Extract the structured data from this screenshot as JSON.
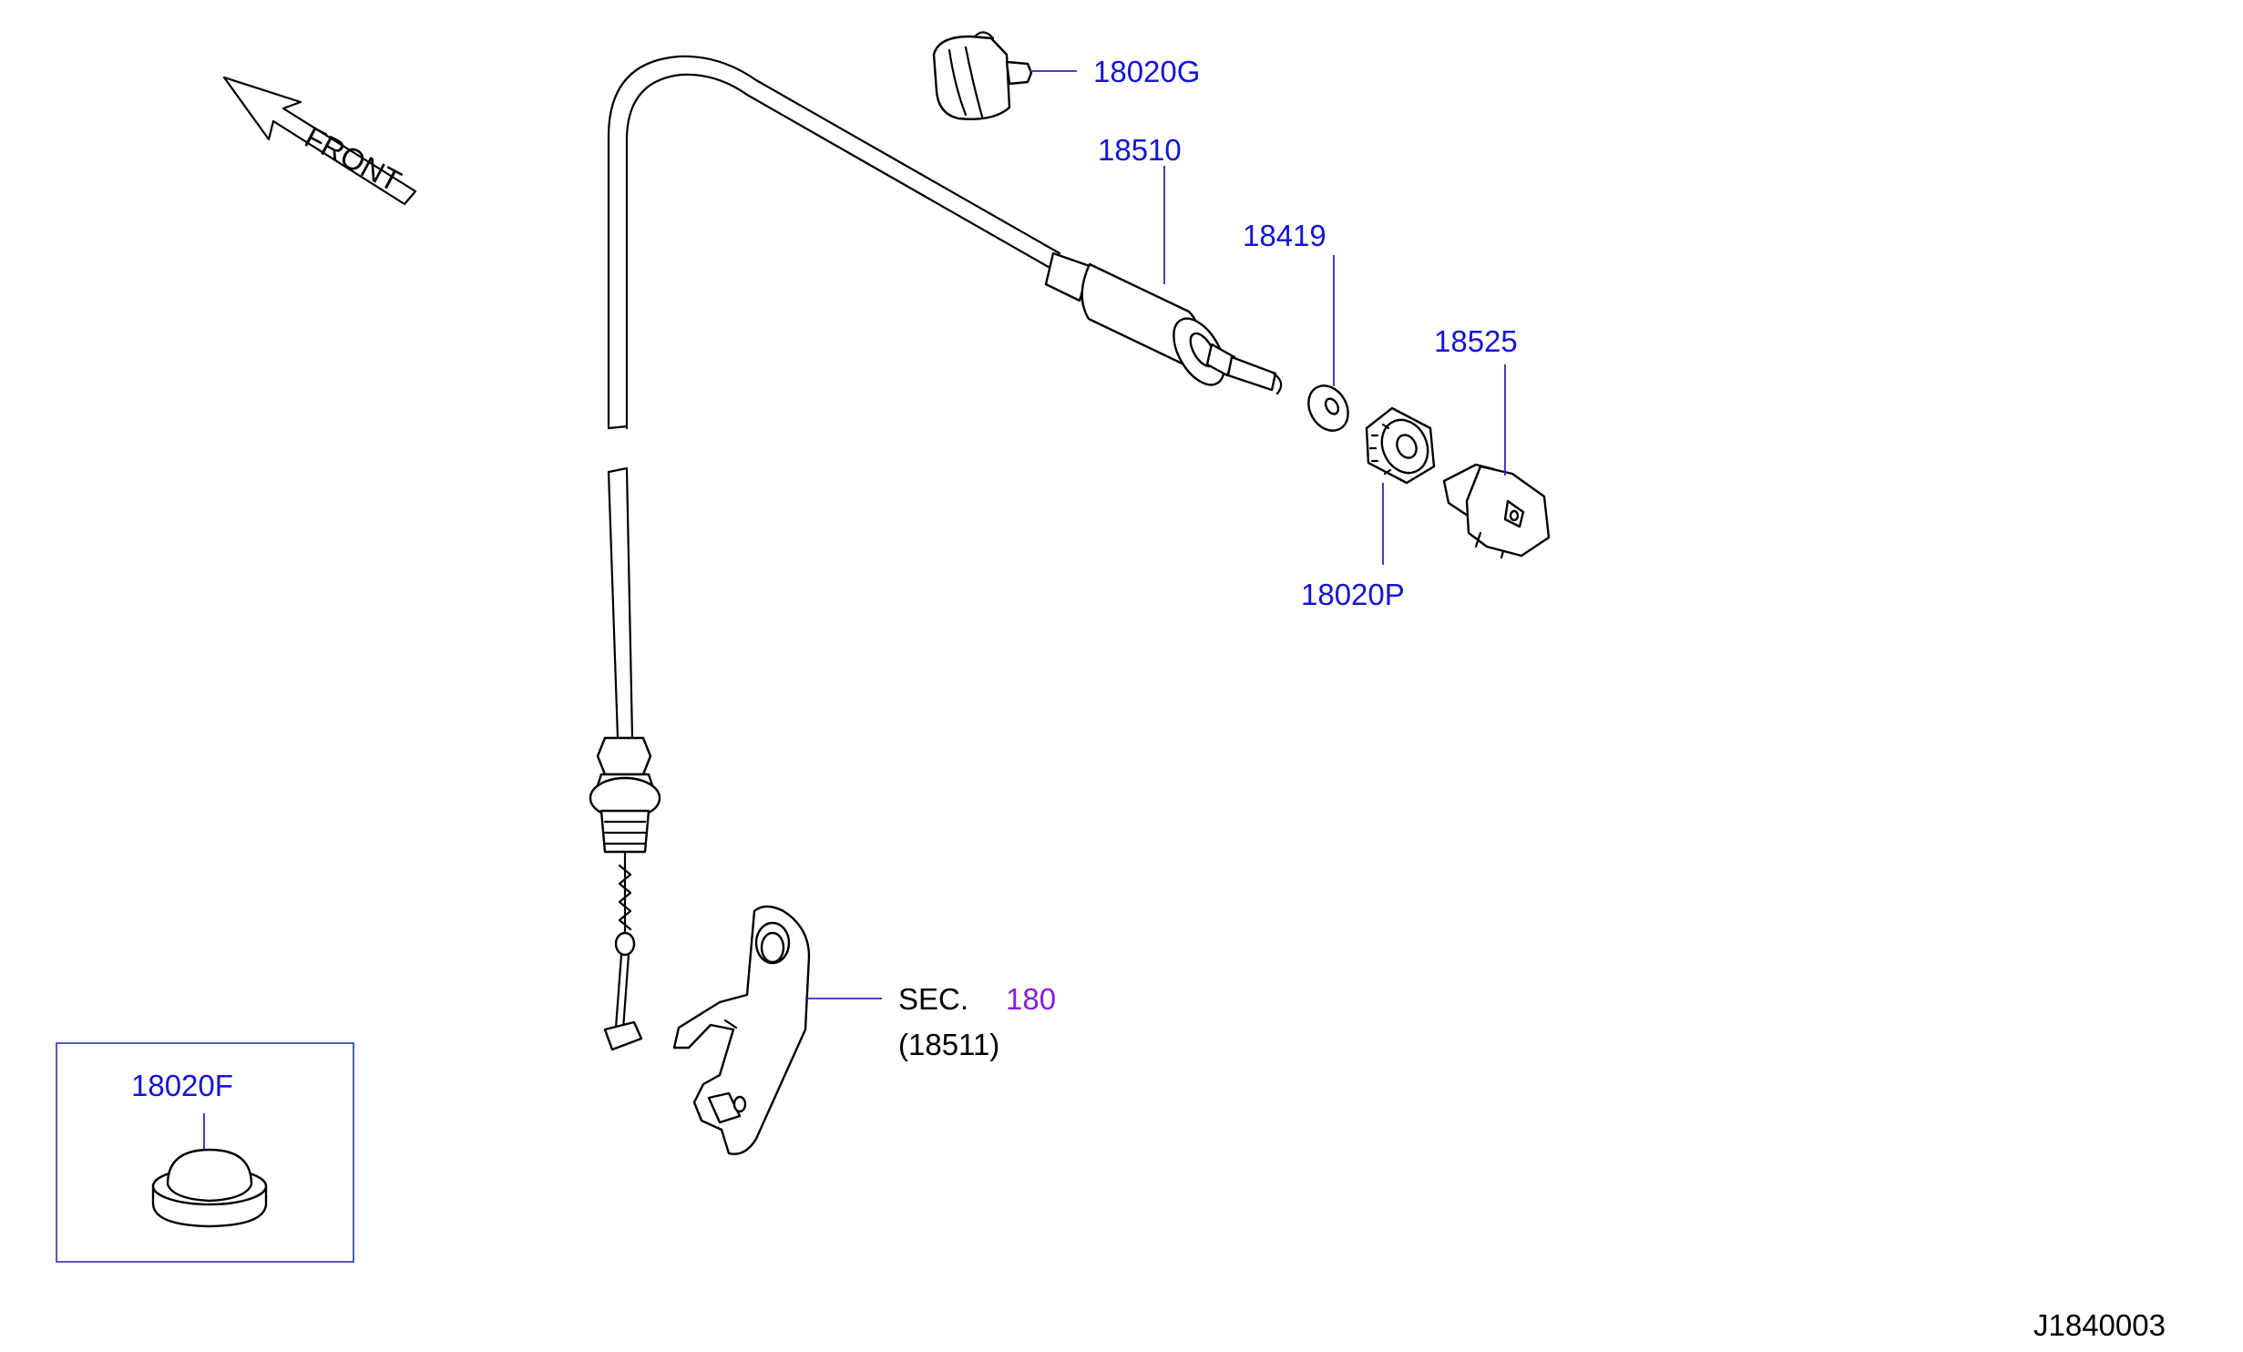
{
  "orientation": {
    "label": "FRONT"
  },
  "callouts": {
    "clip_18020G": "18020G",
    "cable_18510": "18510",
    "washer_18419": "18419",
    "nut_18020P": "18020P",
    "adjuster_18525": "18525",
    "grommet_18020F": "18020F"
  },
  "section_ref": {
    "prefix": "SEC.",
    "number": "180",
    "part": "(18511)"
  },
  "diagram_id": "J1840003",
  "colors": {
    "part_number": "#1414d4",
    "section_link": "#8a1adf",
    "leader": "#2a2ac0",
    "inset_border": "#3a4ab0"
  }
}
